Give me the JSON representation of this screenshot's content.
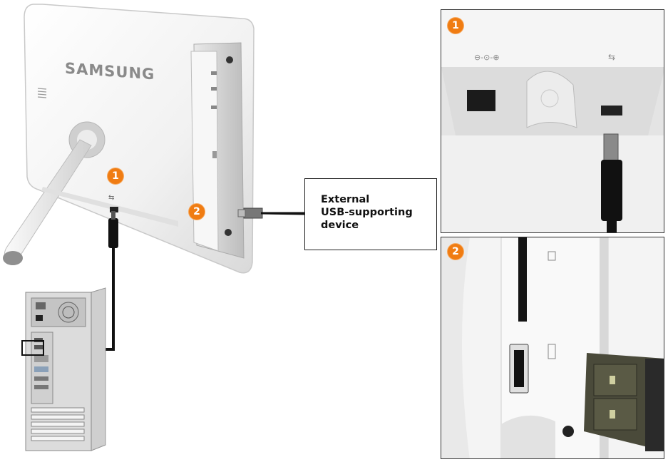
{
  "frame": {
    "brand": "SAMSUNG"
  },
  "markers": {
    "one": "1",
    "two": "2"
  },
  "callout": {
    "line1": "External",
    "line2": "USB-supporting",
    "line3": "device"
  },
  "colors": {
    "badge": "#f07c12",
    "device_white": "#f4f4f4",
    "cable": "#111111",
    "border": "#333333"
  },
  "icons": {
    "power_jack": "dc-power-icon",
    "usb": "usb-icon"
  }
}
